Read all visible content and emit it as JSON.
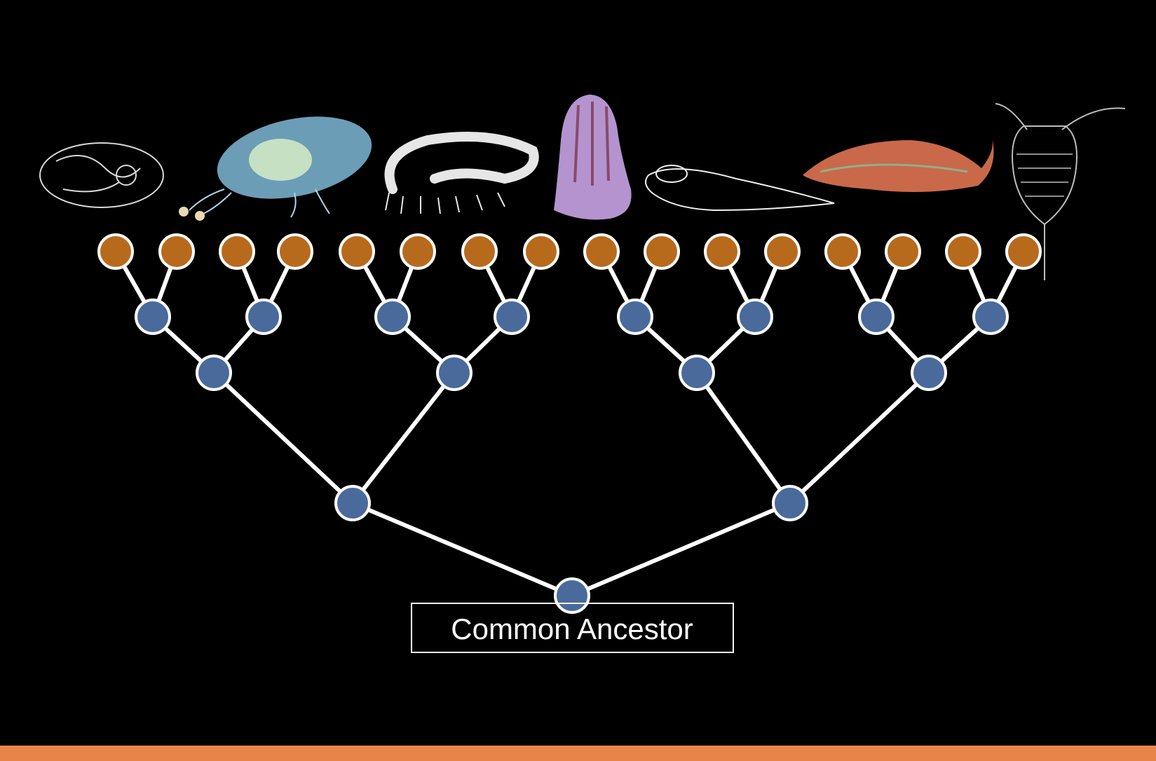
{
  "diagram": {
    "root_label": "Common Ancestor",
    "colors": {
      "background": "#000000",
      "branch_line": "#ffffff",
      "internal_node": "#4a6a9c",
      "leaf_node": "#b86a1c",
      "node_outline": "#ffffff",
      "footer_bar": "#e8834a"
    },
    "organisms": [
      {
        "name": "ostracod-illustration",
        "color": "#d9d9d9"
      },
      {
        "name": "jellyfish-illustration",
        "color": "#7fb8d6"
      },
      {
        "name": "worm-illustration",
        "color": "#e6e6e6"
      },
      {
        "name": "comb-jelly-illustration",
        "color": "#c8a3e6"
      },
      {
        "name": "lancelet-illustration",
        "color": "#f0f0f0"
      },
      {
        "name": "fish-illustration",
        "color": "#c9694a"
      },
      {
        "name": "trilobite-illustration",
        "color": "#bdbdbd"
      }
    ]
  }
}
